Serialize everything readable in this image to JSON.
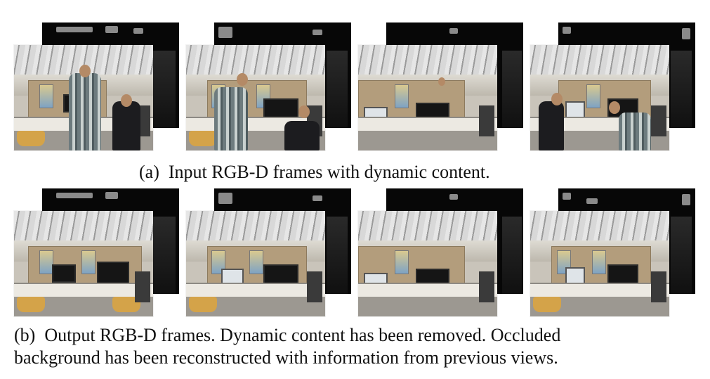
{
  "captions": {
    "a": "(a)  Input RGB-D frames with dynamic content.",
    "b_line1": "(b)  Output RGB-D frames. Dynamic content has been removed. Occluded",
    "b_line2": "background has been reconstructed with information from previous views."
  },
  "rows": [
    {
      "id": "input",
      "frames": [
        {
          "scene": "frame-1",
          "people": true
        },
        {
          "scene": "frame-2",
          "people": true
        },
        {
          "scene": "frame-3",
          "people": true
        },
        {
          "scene": "frame-4",
          "people": true
        }
      ]
    },
    {
      "id": "output",
      "frames": [
        {
          "scene": "frame-1",
          "people": false
        },
        {
          "scene": "frame-2",
          "people": false
        },
        {
          "scene": "frame-3",
          "people": false
        },
        {
          "scene": "frame-4",
          "people": false
        }
      ]
    }
  ],
  "colors": {
    "depth_background": "#070707",
    "desk_partition": "#b39d7c",
    "chair": "#d4a349"
  }
}
